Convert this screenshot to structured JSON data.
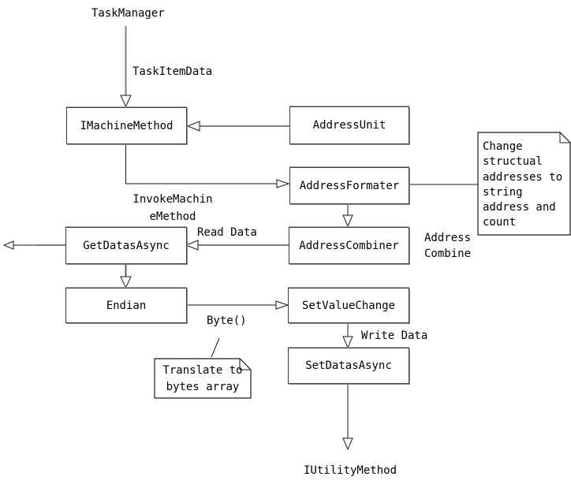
{
  "labels": {
    "task_manager": "TaskManager",
    "task_item_data": "TaskItemData",
    "invoke_machine_method": [
      "InvokeMachin",
      "eMethod"
    ],
    "read_data": "Read Data",
    "address_combine": [
      "Address",
      "Combine"
    ],
    "byte": "Byte()",
    "write_data": "Write Data",
    "iutility_method": "IUtilityMethod"
  },
  "boxes": {
    "imachine_method": "IMachineMethod",
    "address_unit": "AddressUnit",
    "address_formater": "AddressFormater",
    "address_combiner": "AddressCombiner",
    "get_datas_async": "GetDatasAsync",
    "endian": "Endian",
    "set_value_change": "SetValueChange",
    "set_datas_async": "SetDatasAsync"
  },
  "notes": {
    "change_structural": [
      "Change",
      "structual",
      "addresses to",
      "string",
      "address and",
      "count"
    ],
    "translate_bytes": [
      "Translate to",
      "bytes array"
    ]
  },
  "colors": {
    "background": "#ffffff",
    "text": "#000000",
    "box_border": "#3d3d3d",
    "box_shadow": "#8f8f8f",
    "connector_thick": "#7f7f7f",
    "connector_thin": "#1a1a1a"
  }
}
